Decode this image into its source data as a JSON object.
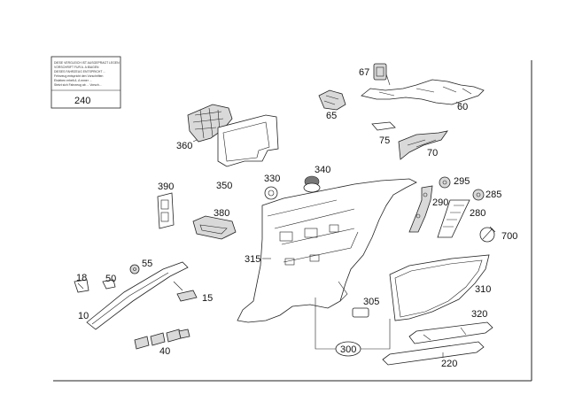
{
  "diagram": {
    "label_box": {
      "number": "240",
      "text_lines": [
        "DIESE VERGLEICH IST AUSGEPRAGT LEGEN",
        "VORSCHRIFT FUR A. A IBAGEN",
        "DIESES FAHRZEUG ENTSPRICHT ...",
        "Fehrzeug entspricht den Vorschriften",
        "Eisleben erhelt A. A mmer ...",
        "Stetzt sich Fahrzeug ab ... Vorsch..."
      ]
    },
    "parts": {
      "p10": "10",
      "p15": "15",
      "p18": "18",
      "p40": "40",
      "p50": "50",
      "p55": "55",
      "p60": "60",
      "p65": "65",
      "p67": "67",
      "p70": "70",
      "p75": "75",
      "p220": "220",
      "p280": "280",
      "p285": "285",
      "p290": "290",
      "p295": "295",
      "p300": "300",
      "p305": "305",
      "p310": "310",
      "p315": "315",
      "p320": "320",
      "p330": "330",
      "p340": "340",
      "p350": "350",
      "p360": "360",
      "p380": "380",
      "p390": "390",
      "p700": "700"
    }
  }
}
